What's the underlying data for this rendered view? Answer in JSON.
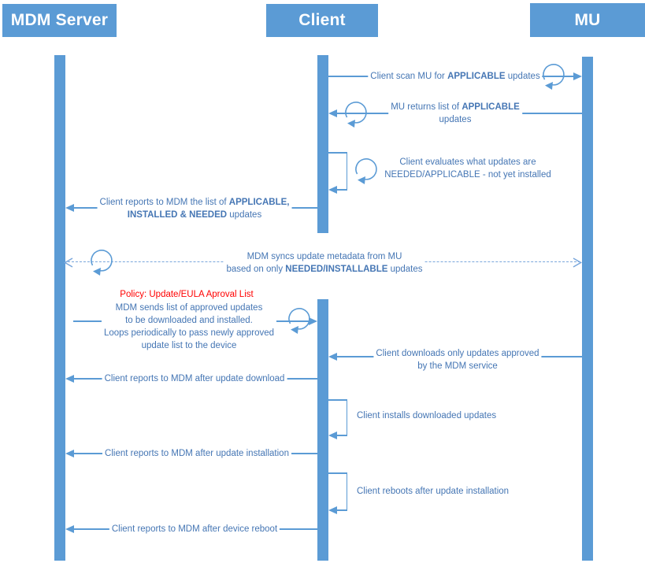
{
  "colors": {
    "actor_fill": "#5b9bd5",
    "lifeline_fill": "#5b9bd5",
    "solid_line": "#5b9bd5",
    "dashed_line": "#7aa7dc",
    "label_text": "#4576b4",
    "policy_text": "#ff0000",
    "actor_text": "#ffffff"
  },
  "icons": {
    "loop_arrow": "circular-clockwise-arrow"
  },
  "actors": {
    "mdm": "MDM Server",
    "client": "Client",
    "mu": "MU"
  },
  "messages": {
    "scan": {
      "pre": "Client scan MU for ",
      "bold": "APPLICABLE",
      "post": " updates"
    },
    "returns": {
      "pre": "MU returns list of ",
      "bold": "APPLICABLE",
      "line2": "updates"
    },
    "evaluate": {
      "line1": "Client evaluates what updates are",
      "line2": "NEEDED/APPLICABLE - not yet installed"
    },
    "report_list": {
      "pre": "Client reports to MDM the list of ",
      "bold1": "APPLICABLE,",
      "bold2": "INSTALLED & NEEDED",
      "post": " updates"
    },
    "sync": {
      "line1": "MDM syncs update metadata from MU",
      "pre": "based on only ",
      "bold": "NEEDED/INSTALLABLE",
      "post": " updates"
    },
    "policy": {
      "title": "Policy: Update/EULA Aproval List",
      "line1": "MDM sends list of approved updates",
      "line2": "to be downloaded and installed.",
      "line3": "Loops periodically to pass newly approved",
      "line4": "update list to the device"
    },
    "download": {
      "line1": "Client downloads only updates approved",
      "line2": "by the MDM service"
    },
    "report_download": "Client reports to MDM after update download",
    "install": "Client installs downloaded updates",
    "report_install": "Client reports to MDM after update installation",
    "reboot": "Client reboots after update installation",
    "report_reboot": "Client reports to MDM after device reboot"
  }
}
